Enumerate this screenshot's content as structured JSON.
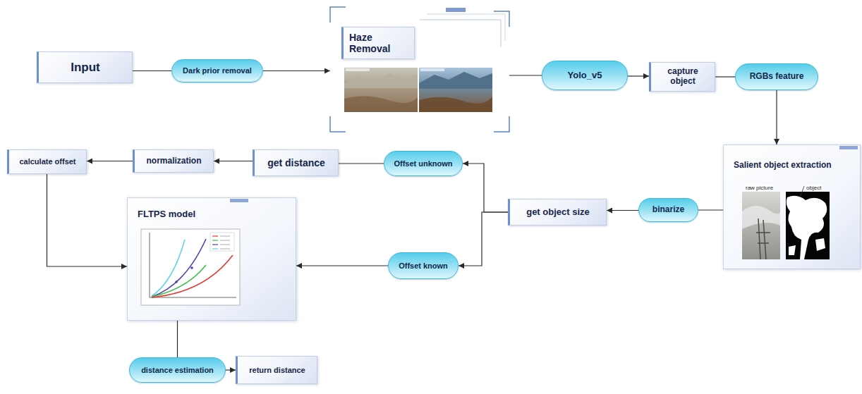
{
  "diagram": {
    "nodes": [
      {
        "text": [
          "Input"
        ]
      },
      {
        "text": [
          "Dark prior removal"
        ]
      },
      {
        "text": [
          "Haze Removal"
        ]
      },
      {
        "text": [
          "Yolo_v5"
        ]
      },
      {
        "text": [
          "capture object"
        ]
      },
      {
        "text": [
          "RGBs feature"
        ]
      },
      {
        "text": [
          "Salient object extraction"
        ]
      },
      {
        "text": [
          "binarize"
        ]
      },
      {
        "text": [
          "get object size"
        ]
      },
      {
        "text": [
          "Offset unknown"
        ]
      },
      {
        "text": [
          "get distance"
        ]
      },
      {
        "text": [
          "normalization"
        ]
      },
      {
        "text": [
          "calculate offset"
        ]
      },
      {
        "text": [
          "FLTPS model"
        ]
      },
      {
        "text": [
          "Offset known"
        ]
      },
      {
        "text": [
          "distance estimation"
        ]
      },
      {
        "text": [
          "return distance"
        ]
      }
    ],
    "edges": [
      {
        "from": 0,
        "to": 1,
        "arrow": "none"
      },
      {
        "from": 1,
        "to": 2,
        "arrow": "to"
      },
      {
        "from": 2,
        "to": 3,
        "arrow": "none"
      },
      {
        "from": 3,
        "to": 4,
        "arrow": "to"
      },
      {
        "from": 4,
        "to": 5,
        "arrow": "none"
      },
      {
        "from": 5,
        "to": 6,
        "arrow": "to"
      },
      {
        "from": 6,
        "to": 7,
        "arrow": "none"
      },
      {
        "from": 7,
        "to": 8,
        "arrow": "to"
      },
      {
        "from": 8,
        "to": 9,
        "arrow": "to"
      },
      {
        "from": 8,
        "to": 14,
        "arrow": "to"
      },
      {
        "from": 9,
        "to": 10,
        "arrow": "none"
      },
      {
        "from": 10,
        "to": 11,
        "arrow": "to"
      },
      {
        "from": 11,
        "to": 12,
        "arrow": "to"
      },
      {
        "from": 12,
        "to": 13,
        "arrow": "to"
      },
      {
        "from": 14,
        "to": 13,
        "arrow": "to"
      },
      {
        "from": 13,
        "to": 15,
        "arrow": "none"
      },
      {
        "from": 15,
        "to": 16,
        "arrow": "to"
      }
    ],
    "labels": [
      "raw picture",
      "object"
    ]
  }
}
